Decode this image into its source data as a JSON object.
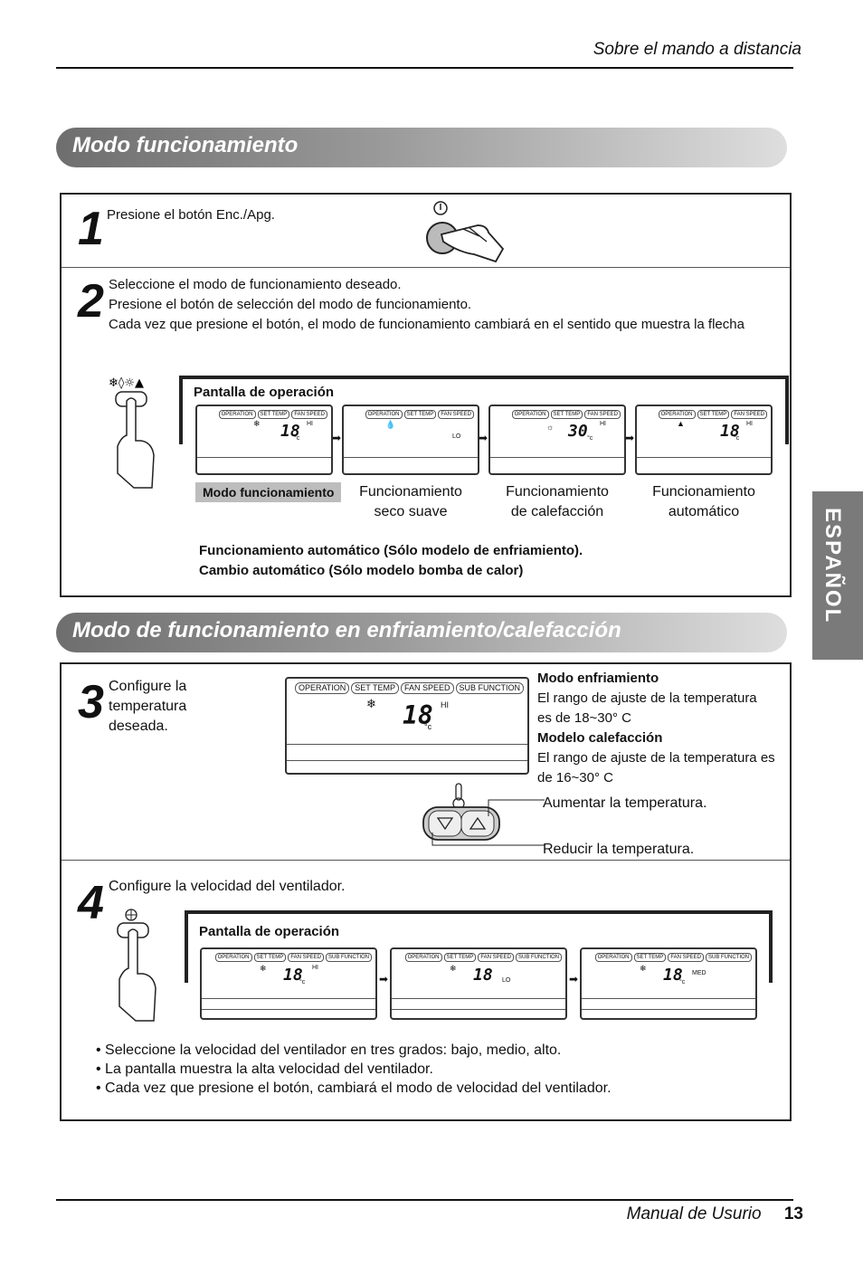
{
  "header": {
    "section": "Sobre el mando a distancia"
  },
  "side_tab": {
    "label": "ESPAÑOL"
  },
  "section1": {
    "title": "Modo funcionamiento",
    "step1": {
      "num": "1",
      "text": "Presione el botón Enc./Apg."
    },
    "step2": {
      "num": "2",
      "line1": "Seleccione el modo de funcionamiento deseado.",
      "line2": "Presione el botón de selección del modo de funcionamiento.",
      "line3": "Cada vez que presione el botón, el modo de funcionamiento cambiará en el sentido que muestra la flecha",
      "screen_title": "Pantalla de operación",
      "mode_label": "Modo funcionamiento",
      "captions": [
        {
          "line1": "Funcionamiento",
          "line2": "seco suave"
        },
        {
          "line1": "Funcionamiento",
          "line2": "de calefacción"
        },
        {
          "line1": "Funcionamiento",
          "line2": "automático"
        }
      ],
      "lcd_tags": [
        "OPERATION",
        "SET TEMP",
        "FAN SPEED"
      ],
      "lcds": [
        {
          "icon": "❄",
          "temp": "18",
          "unit": "°c",
          "fan": "HI"
        },
        {
          "icon": "💧",
          "temp": "",
          "unit": "",
          "fan": "LO"
        },
        {
          "icon": "☼",
          "temp": "30",
          "unit": "°c",
          "fan": "HI"
        },
        {
          "icon": "▲",
          "temp": "18",
          "unit": "°c",
          "fan": "HI"
        }
      ],
      "note1": "Funcionamiento automático (Sólo modelo de enfriamiento).",
      "note2": "Cambio automático (Sólo modelo bomba de calor)"
    }
  },
  "section2": {
    "title": "Modo de funcionamiento en enfriamiento/calefacción",
    "step3": {
      "num": "3",
      "line1": "Configure la",
      "line2": "temperatura",
      "line3": "deseada.",
      "lcd_tags": [
        "OPERATION",
        "SET TEMP",
        "FAN SPEED",
        "SUB FUNCTION"
      ],
      "lcd": {
        "temp": "18",
        "unit": "°c",
        "fan": "HI"
      },
      "cool_title": "Modo enfriamiento",
      "cool_text1": "El rango de ajuste de la temperatura",
      "cool_text2": "es de 18~30° C",
      "heat_title": "Modelo calefacción",
      "heat_text1": "El rango de ajuste de la temperatura es",
      "heat_text2": "de 16~30° C",
      "up_label": "Aumentar la temperatura.",
      "down_label": "Reducir la temperatura."
    },
    "step4": {
      "num": "4",
      "text": "Configure la velocidad del ventilador.",
      "screen_title": "Pantalla de operación",
      "lcd_tags": [
        "OPERATION",
        "SET TEMP",
        "FAN SPEED",
        "SUB FUNCTION"
      ],
      "lcds": [
        {
          "temp": "18",
          "unit": "°c",
          "fan": "HI"
        },
        {
          "temp": "18",
          "unit": "",
          "fan": "LO"
        },
        {
          "temp": "18",
          "unit": "°c",
          "fan": "MED"
        }
      ],
      "bullets": [
        "• Seleccione la velocidad del ventilador en tres grados: bajo, medio, alto.",
        "• La pantalla muestra la alta velocidad del ventilador.",
        "• Cada vez que presione el botón, cambiará el modo de velocidad del ventilador."
      ]
    }
  },
  "footer": {
    "manual": "Manual de Usurio",
    "page": "13"
  }
}
